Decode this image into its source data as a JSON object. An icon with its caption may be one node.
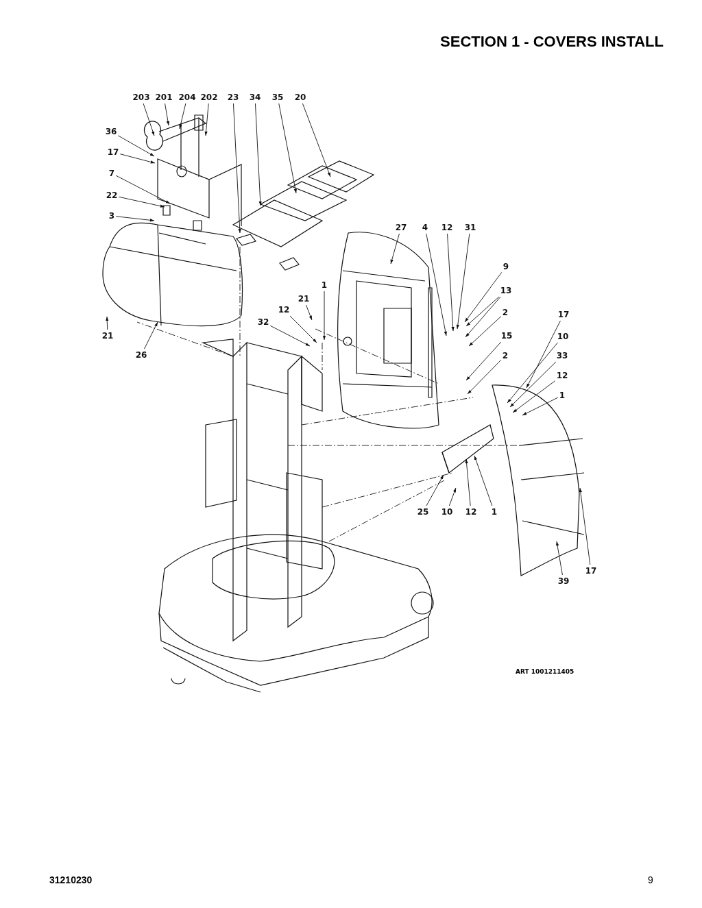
{
  "diagram": {
    "title": "SECTION 1 - COVERS INSTALL",
    "nodes": [
      {
        "text": [
          "203"
        ]
      },
      {
        "text": [
          "201"
        ]
      },
      {
        "text": [
          "204"
        ]
      },
      {
        "text": [
          "202"
        ]
      },
      {
        "text": [
          "23"
        ]
      },
      {
        "text": [
          "34"
        ]
      },
      {
        "text": [
          "35"
        ]
      },
      {
        "text": [
          "20"
        ]
      },
      {
        "text": [
          "36"
        ]
      },
      {
        "text": [
          "17"
        ]
      },
      {
        "text": [
          "7"
        ]
      },
      {
        "text": [
          "22"
        ]
      },
      {
        "text": [
          "3"
        ]
      },
      {
        "text": [
          "21"
        ]
      },
      {
        "text": [
          "26"
        ]
      },
      {
        "text": [
          "27"
        ]
      },
      {
        "text": [
          "4"
        ]
      },
      {
        "text": [
          "12"
        ]
      },
      {
        "text": [
          "31"
        ]
      },
      {
        "text": [
          "9"
        ]
      },
      {
        "text": [
          "13"
        ]
      },
      {
        "text": [
          "2"
        ]
      },
      {
        "text": [
          "21"
        ]
      },
      {
        "text": [
          "12"
        ]
      },
      {
        "text": [
          "1"
        ]
      },
      {
        "text": [
          "32"
        ]
      },
      {
        "text": [
          "15"
        ]
      },
      {
        "text": [
          "2"
        ]
      },
      {
        "text": [
          "17"
        ]
      },
      {
        "text": [
          "10"
        ]
      },
      {
        "text": [
          "33"
        ]
      },
      {
        "text": [
          "12"
        ]
      },
      {
        "text": [
          "1"
        ]
      },
      {
        "text": [
          "25"
        ]
      },
      {
        "text": [
          "10"
        ]
      },
      {
        "text": [
          "12"
        ]
      },
      {
        "text": [
          "1"
        ]
      },
      {
        "text": [
          "17"
        ]
      },
      {
        "text": [
          "39"
        ]
      }
    ],
    "edges": [
      {
        "from": 0,
        "to": null,
        "arrow": "to"
      },
      {
        "from": 1,
        "to": null,
        "arrow": "to"
      },
      {
        "from": 2,
        "to": null,
        "arrow": "to"
      },
      {
        "from": 3,
        "to": null,
        "arrow": "to"
      },
      {
        "from": 4,
        "to": null,
        "arrow": "to"
      },
      {
        "from": 5,
        "to": null,
        "arrow": "to"
      },
      {
        "from": 6,
        "to": null,
        "arrow": "to"
      },
      {
        "from": 7,
        "to": null,
        "arrow": "to"
      },
      {
        "from": 8,
        "to": null,
        "arrow": "to"
      },
      {
        "from": 9,
        "to": null,
        "arrow": "to"
      },
      {
        "from": 10,
        "to": null,
        "arrow": "to"
      },
      {
        "from": 11,
        "to": null,
        "arrow": "to"
      },
      {
        "from": 12,
        "to": null,
        "arrow": "to"
      },
      {
        "from": 13,
        "to": null,
        "arrow": "to"
      },
      {
        "from": 14,
        "to": null,
        "arrow": "to"
      },
      {
        "from": 15,
        "to": null,
        "arrow": "to"
      },
      {
        "from": 16,
        "to": null,
        "arrow": "to"
      },
      {
        "from": 17,
        "to": null,
        "arrow": "to"
      },
      {
        "from": 18,
        "to": null,
        "arrow": "to"
      },
      {
        "from": 19,
        "to": null,
        "arrow": "to"
      },
      {
        "from": 20,
        "to": null,
        "arrow": "to"
      },
      {
        "from": 20,
        "to": null,
        "arrow": "to"
      },
      {
        "from": 21,
        "to": null,
        "arrow": "to"
      },
      {
        "from": 22,
        "to": null,
        "arrow": "to"
      },
      {
        "from": 23,
        "to": null,
        "arrow": "to"
      },
      {
        "from": 24,
        "to": null,
        "arrow": "to"
      },
      {
        "from": 25,
        "to": null,
        "arrow": "to"
      },
      {
        "from": 26,
        "to": null,
        "arrow": "to"
      },
      {
        "from": 27,
        "to": null,
        "arrow": "to"
      },
      {
        "from": 28,
        "to": null,
        "arrow": "to"
      },
      {
        "from": 29,
        "to": null,
        "arrow": "to"
      },
      {
        "from": 30,
        "to": null,
        "arrow": "to"
      },
      {
        "from": 31,
        "to": null,
        "arrow": "to"
      },
      {
        "from": 32,
        "to": null,
        "arrow": "to"
      },
      {
        "from": 33,
        "to": null,
        "arrow": "to"
      },
      {
        "from": 34,
        "to": null,
        "arrow": "to"
      },
      {
        "from": 35,
        "to": null,
        "arrow": "to"
      },
      {
        "from": 36,
        "to": null,
        "arrow": "to"
      },
      {
        "from": 37,
        "to": null,
        "arrow": "to"
      },
      {
        "from": 38,
        "to": null,
        "arrow": "to"
      }
    ],
    "labels": [
      "ART 1001211405",
      "31210230",
      "9"
    ]
  }
}
